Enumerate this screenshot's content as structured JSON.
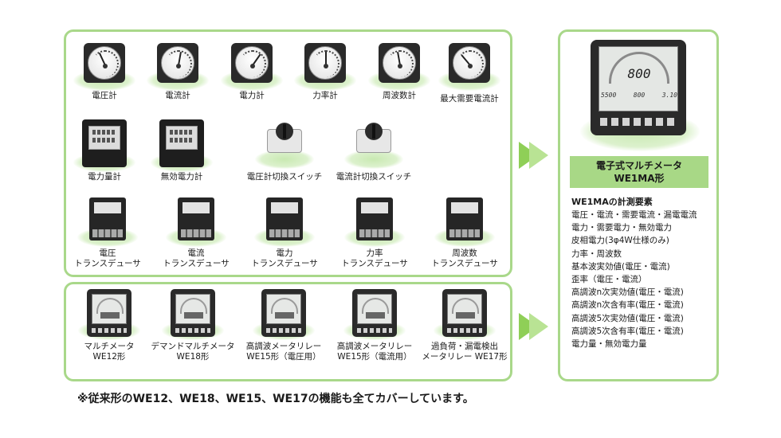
{
  "colors": {
    "panel_border": "#a9d88a",
    "arrow": "#8fcf57",
    "banner": "#a8d886",
    "shadow": "#c9e9b2"
  },
  "top_panel": {
    "row1": [
      "電圧計",
      "電流計",
      "電力計",
      "力率計",
      "周波数計",
      "最大需要電流計"
    ],
    "row2": [
      "電力量計",
      "無効電力計",
      "電圧計切換スイッチ",
      "電流計切換スイッチ"
    ],
    "row3": [
      {
        "line1": "電圧",
        "line2": "トランスデューサ"
      },
      {
        "line1": "電流",
        "line2": "トランスデューサ"
      },
      {
        "line1": "電力",
        "line2": "トランスデューサ"
      },
      {
        "line1": "力率",
        "line2": "トランスデューサ"
      },
      {
        "line1": "周波数",
        "line2": "トランスデューサ"
      }
    ]
  },
  "bottom_panel": {
    "items": [
      {
        "line1": "マルチメータ",
        "line2": "WE12形"
      },
      {
        "line1": "デマンドマルチメータ",
        "line2": "WE18形"
      },
      {
        "line1": "高調波メータリレー",
        "line2": "WE15形（電圧用）"
      },
      {
        "line1": "高調波メータリレー",
        "line2": "WE15形（電流用）"
      },
      {
        "line1": "過負荷・漏電検出",
        "line2": "メータリレー WE17形"
      }
    ]
  },
  "right_panel": {
    "device_display": {
      "main_value": "800",
      "sub_values": [
        "5500",
        "800",
        "3.10"
      ]
    },
    "banner": {
      "line1": "電子式マルチメータ",
      "line2": "WE1MA形"
    },
    "elements_title": "WE1MAの計測要素",
    "elements": [
      "電圧・電流・需要電流・漏電電流",
      "電力・需要電力・無効電力",
      "皮相電力(3φ4W仕様のみ)",
      "力率・周波数",
      "基本波実効値(電圧・電流)",
      "歪率（電圧・電流）",
      "高調波n次実効値(電圧・電流)",
      "高調波n次含有率(電圧・電流)",
      "高調波5次実効値(電圧・電流)",
      "高調波5次含有率(電圧・電流)",
      "電力量・無効電力量"
    ]
  },
  "footnote": "※従来形のWE12、WE18、WE15、WE17の機能も全てカバーしています。"
}
